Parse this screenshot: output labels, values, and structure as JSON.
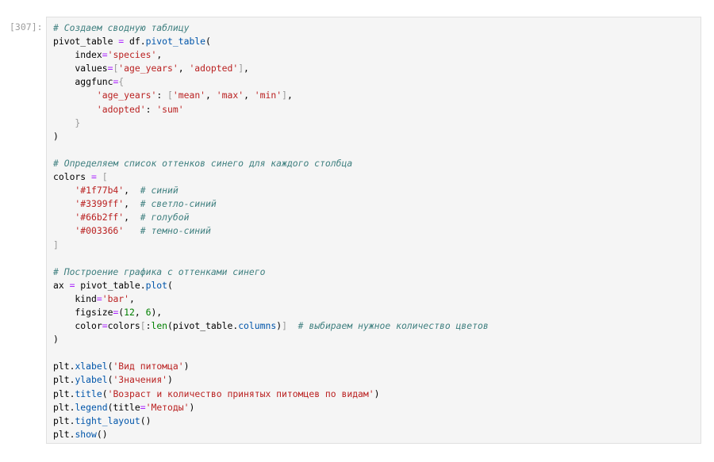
{
  "cell": {
    "prompt": "[307]:",
    "lines": [
      [
        [
          "c",
          "# Создаем сводную таблицу"
        ]
      ],
      [
        [
          "t",
          "pivot_table "
        ],
        [
          "o",
          "="
        ],
        [
          "t",
          " df."
        ],
        [
          "p",
          "pivot_table"
        ],
        [
          "t",
          "("
        ]
      ],
      [
        [
          "t",
          "    index"
        ],
        [
          "o",
          "="
        ],
        [
          "s",
          "'species'"
        ],
        [
          "t",
          ","
        ]
      ],
      [
        [
          "t",
          "    values"
        ],
        [
          "o",
          "="
        ],
        [
          "g",
          "["
        ],
        [
          "s",
          "'age_years'"
        ],
        [
          "t",
          ", "
        ],
        [
          "s",
          "'adopted'"
        ],
        [
          "g",
          "]"
        ],
        [
          "t",
          ","
        ]
      ],
      [
        [
          "t",
          "    aggfunc"
        ],
        [
          "o",
          "="
        ],
        [
          "g",
          "{"
        ]
      ],
      [
        [
          "s",
          "        'age_years'"
        ],
        [
          "t",
          ": "
        ],
        [
          "g",
          "["
        ],
        [
          "s",
          "'mean'"
        ],
        [
          "t",
          ", "
        ],
        [
          "s",
          "'max'"
        ],
        [
          "t",
          ", "
        ],
        [
          "s",
          "'min'"
        ],
        [
          "g",
          "]"
        ],
        [
          "t",
          ","
        ]
      ],
      [
        [
          "s",
          "        'adopted'"
        ],
        [
          "t",
          ": "
        ],
        [
          "s",
          "'sum'"
        ]
      ],
      [
        [
          "g",
          "    }"
        ]
      ],
      [
        [
          "t",
          ")"
        ]
      ],
      [
        [
          "t",
          " "
        ]
      ],
      [
        [
          "c",
          "# Определяем список оттенков синего для каждого столбца"
        ]
      ],
      [
        [
          "t",
          "colors "
        ],
        [
          "o",
          "="
        ],
        [
          "t",
          " "
        ],
        [
          "g",
          "["
        ]
      ],
      [
        [
          "s",
          "    '#1f77b4'"
        ],
        [
          "t",
          ",  "
        ],
        [
          "c",
          "# синий"
        ]
      ],
      [
        [
          "s",
          "    '#3399ff'"
        ],
        [
          "t",
          ",  "
        ],
        [
          "c",
          "# светло-синий"
        ]
      ],
      [
        [
          "s",
          "    '#66b2ff'"
        ],
        [
          "t",
          ",  "
        ],
        [
          "c",
          "# голубой"
        ]
      ],
      [
        [
          "s",
          "    '#003366'"
        ],
        [
          "t",
          "   "
        ],
        [
          "c",
          "# темно-синий"
        ]
      ],
      [
        [
          "g",
          "]"
        ]
      ],
      [
        [
          "t",
          " "
        ]
      ],
      [
        [
          "c",
          "# Построение графика с оттенками синего"
        ]
      ],
      [
        [
          "t",
          "ax "
        ],
        [
          "o",
          "="
        ],
        [
          "t",
          " pivot_table."
        ],
        [
          "p",
          "plot"
        ],
        [
          "t",
          "("
        ]
      ],
      [
        [
          "t",
          "    kind"
        ],
        [
          "o",
          "="
        ],
        [
          "s",
          "'bar'"
        ],
        [
          "t",
          ","
        ]
      ],
      [
        [
          "t",
          "    figsize"
        ],
        [
          "o",
          "="
        ],
        [
          "t",
          "("
        ],
        [
          "n",
          "12"
        ],
        [
          "t",
          ", "
        ],
        [
          "n",
          "6"
        ],
        [
          "t",
          "),"
        ]
      ],
      [
        [
          "t",
          "    color"
        ],
        [
          "o",
          "="
        ],
        [
          "t",
          "colors"
        ],
        [
          "g",
          "["
        ],
        [
          "t",
          ":"
        ],
        [
          "b",
          "len"
        ],
        [
          "t",
          "(pivot_table."
        ],
        [
          "p",
          "columns"
        ],
        [
          "t",
          ")"
        ],
        [
          "g",
          "]"
        ],
        [
          "t",
          "  "
        ],
        [
          "c",
          "# выбираем нужное количество цветов"
        ]
      ],
      [
        [
          "t",
          ")"
        ]
      ],
      [
        [
          "t",
          " "
        ]
      ],
      [
        [
          "t",
          "plt."
        ],
        [
          "p",
          "xlabel"
        ],
        [
          "t",
          "("
        ],
        [
          "s",
          "'Вид питомца'"
        ],
        [
          "t",
          ")"
        ]
      ],
      [
        [
          "t",
          "plt."
        ],
        [
          "p",
          "ylabel"
        ],
        [
          "t",
          "("
        ],
        [
          "s",
          "'Значения'"
        ],
        [
          "t",
          ")"
        ]
      ],
      [
        [
          "t",
          "plt."
        ],
        [
          "p",
          "title"
        ],
        [
          "t",
          "("
        ],
        [
          "s",
          "'Возраст и количество принятых питомцев по видам'"
        ],
        [
          "t",
          ")"
        ]
      ],
      [
        [
          "t",
          "plt."
        ],
        [
          "p",
          "legend"
        ],
        [
          "t",
          "(title"
        ],
        [
          "o",
          "="
        ],
        [
          "s",
          "'Методы'"
        ],
        [
          "t",
          ")"
        ]
      ],
      [
        [
          "t",
          "plt."
        ],
        [
          "p",
          "tight_layout"
        ],
        [
          "t",
          "()"
        ]
      ],
      [
        [
          "t",
          "plt."
        ],
        [
          "p",
          "show"
        ],
        [
          "t",
          "()"
        ]
      ]
    ]
  }
}
